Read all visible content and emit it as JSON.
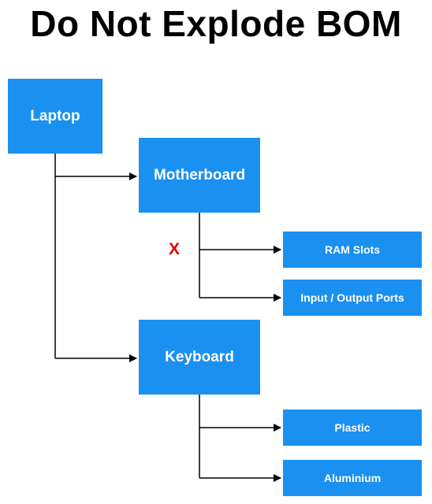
{
  "title": "Do Not Explode BOM",
  "nodes": {
    "laptop": "Laptop",
    "motherboard": "Motherboard",
    "keyboard": "Keyboard",
    "ram_slots": "RAM Slots",
    "io_ports": "Input / Output Ports",
    "plastic": "Plastic",
    "aluminium": "Aluminium"
  },
  "marker": "X",
  "colors": {
    "box_fill": "#1a90f0",
    "box_text": "#ffffff",
    "marker": "#e60000",
    "connector": "#000000"
  }
}
